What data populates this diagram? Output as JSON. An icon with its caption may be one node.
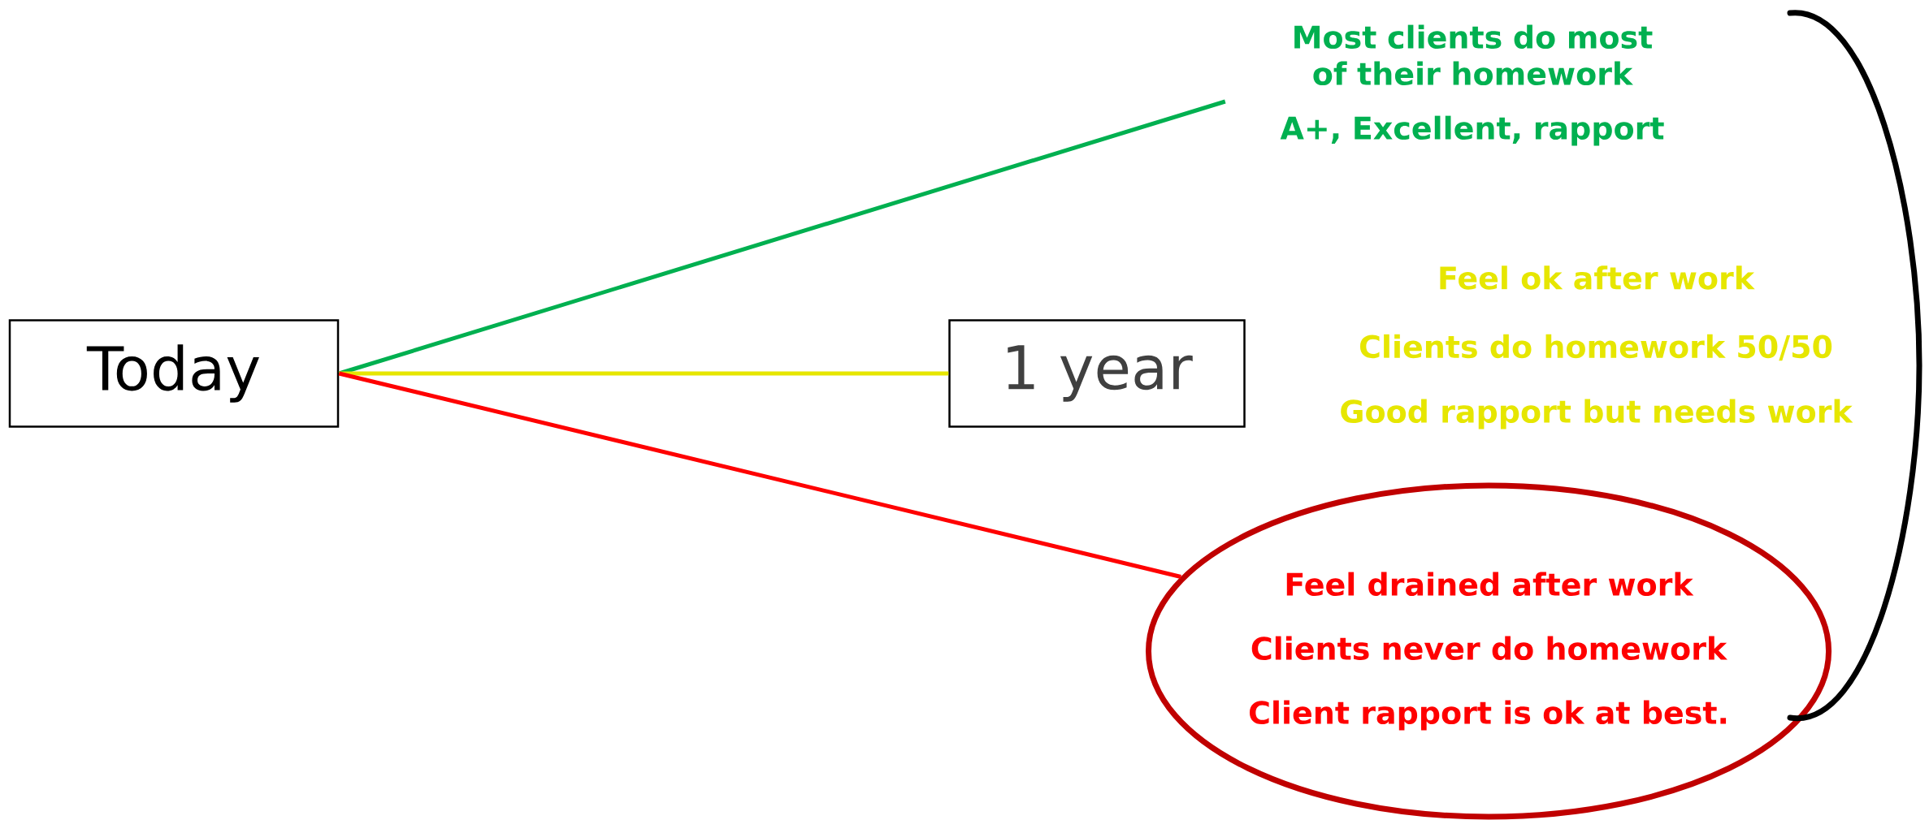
{
  "diagram": {
    "nodes": [
      {
        "text": [
          "Today"
        ]
      },
      {
        "text": [
          "1 year"
        ]
      },
      {
        "text": [
          "Most clients do most of their homework",
          "A+, Excellent, rapport"
        ]
      },
      {
        "text": [
          "Feel drained after work",
          "Clients never do homework",
          "Client rapport is ok at best."
        ]
      }
    ],
    "edges": [
      {
        "from": 0,
        "to": 2,
        "arrow": "none",
        "color": "#00b050"
      },
      {
        "from": 0,
        "to": 1,
        "arrow": "none",
        "color": "#e6e600"
      },
      {
        "from": 0,
        "to": 3,
        "arrow": "none",
        "color": "#ff0000"
      }
    ],
    "labels": [
      "Feel ok after work",
      "Clients do homework 50/50",
      "Good rapport but needs work"
    ]
  }
}
